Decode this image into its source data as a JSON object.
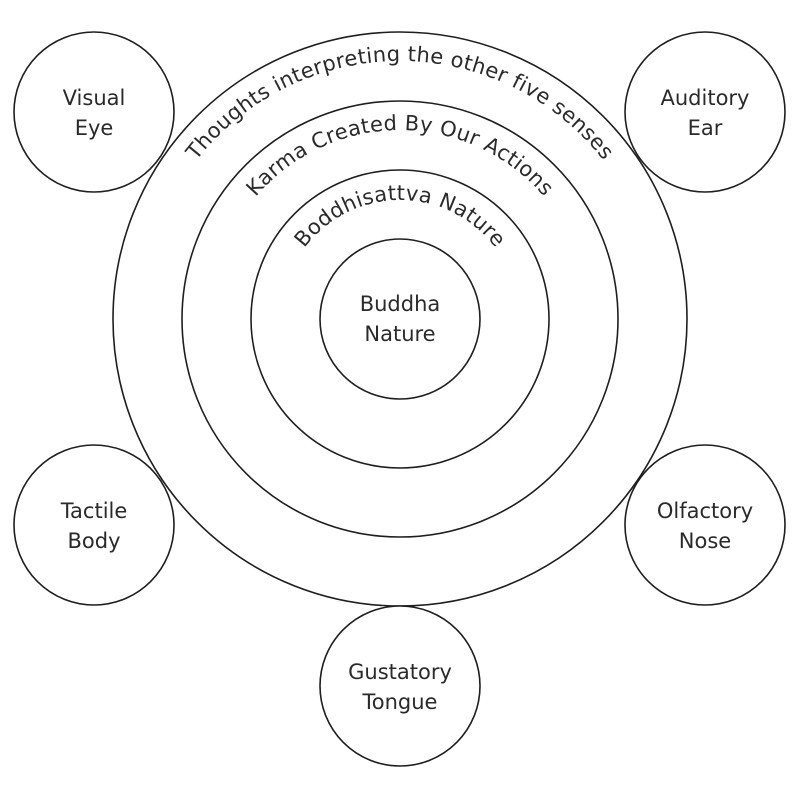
{
  "diagram": {
    "center": {
      "line1": "Buddha",
      "line2": "Nature"
    },
    "rings": [
      {
        "id": "inner",
        "label": "Boddhisattva Nature"
      },
      {
        "id": "middle",
        "label": "Karma Created By Our Actions"
      },
      {
        "id": "outer",
        "label": "Thoughts interpreting the other five senses"
      }
    ],
    "senses": [
      {
        "id": "visual",
        "line1": "Visual",
        "line2": "Eye",
        "position": "top-left"
      },
      {
        "id": "auditory",
        "line1": "Auditory",
        "line2": "Ear",
        "position": "top-right"
      },
      {
        "id": "tactile",
        "line1": "Tactile",
        "line2": "Body",
        "position": "bottom-left"
      },
      {
        "id": "olfactory",
        "line1": "Olfactory",
        "line2": "Nose",
        "position": "bottom-right"
      },
      {
        "id": "gustatory",
        "line1": "Gustatory",
        "line2": "Tongue",
        "position": "bottom"
      }
    ]
  }
}
